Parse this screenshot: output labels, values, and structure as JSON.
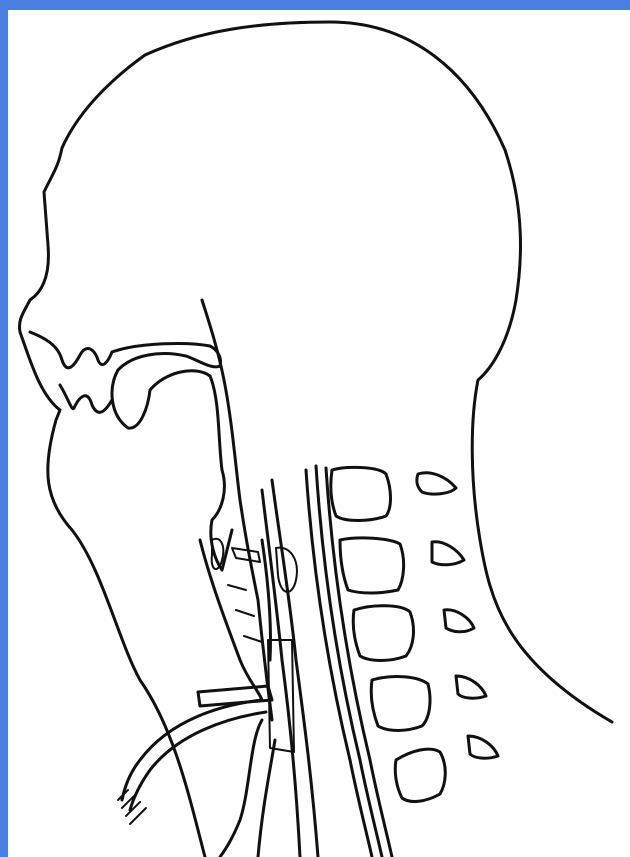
{
  "colors": {
    "frame": "#4a7fe0",
    "background": "#ffffff",
    "ink": "#111111"
  },
  "figure": {
    "subject": "head-and-neck-sagittal-outline",
    "cervical_vertebrae_count": 5,
    "spinous_processes_count": 5
  }
}
